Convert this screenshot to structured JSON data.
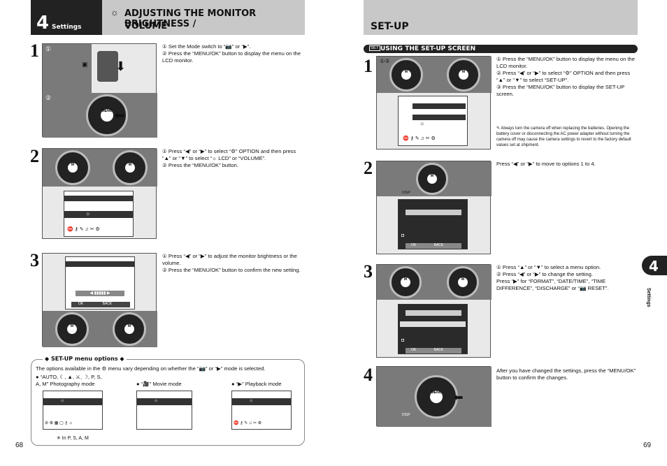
{
  "left_page": {
    "chapter_number": "4",
    "chapter_label": "Settings",
    "title_line1": "ADJUSTING THE MONITOR BRIGHTNESS /",
    "title_line2": "VOLUME",
    "page_number": "68",
    "steps": [
      {
        "num": "1",
        "items": [
          "① Set the Mode switch to “📷” or “▶”.",
          "② Press the “MENU/OK” button to display the menu on the LCD monitor."
        ]
      },
      {
        "num": "2",
        "items": [
          "① Press “◀” or “▶” to select “⚙” OPTION and then press “▲” or “▼” to select “☼ LCD” or “VOLUME”.",
          "② Press the “MENU/OK” button."
        ]
      },
      {
        "num": "3",
        "items": [
          "① Press “◀” or “▶” to adjust the monitor brightness or the volume.",
          "② Press the “MENU/OK” button to confirm the new setting."
        ]
      }
    ],
    "setup_box": {
      "heading": "◆ SET-UP menu options ◆",
      "intro": "The options available in the ⚙ menu vary depending on whether the “📷” or “▶” mode is selected.",
      "modes": [
        {
          "label1": "● “AUTO, ☾, ▲, ⚔, ☽, P, S,",
          "label2": "A, M” Photography mode"
        },
        {
          "label1": "● “🎥” Movie mode",
          "label2": ""
        },
        {
          "label1": "● “▶” Playback mode",
          "label2": ""
        }
      ],
      "footnote": "✳ In P, S, A, M"
    }
  },
  "right_page": {
    "title": "SET-UP",
    "page_number": "69",
    "side_tab_number": "4",
    "side_tab_label": "Settings",
    "section_bar": "USING THE SET-UP SCREEN",
    "section_icon": "SET",
    "steps": [
      {
        "num": "1",
        "items": [
          "① Press the “MENU/OK” button to display the menu on the LCD monitor.",
          "② Press “◀” or “▶” to select “⚙” OPTION and then press “▲” or “▼” to select “SET-UP”.",
          "③ Press the “MENU/OK” button to display the SET-UP screen."
        ],
        "note": "Always turn the camera off when replacing the batteries. Opening the battery cover or disconnecting the AC power adapter without turning the camera off may cause the camera settings to revert to the factory default values set at shipment."
      },
      {
        "num": "2",
        "items": [
          "Press “◀” or “▶” to move to options 1 to 4."
        ]
      },
      {
        "num": "3",
        "items": [
          "① Press “▲” or “▼” to select a menu option.",
          "② Press “◀” or “▶” to change the setting.",
          "Press “▶” for “FORMAT”, “DATE/TIME”, “TIME DIFFERENCE”, “DISCHARGE” or “📷 RESET”."
        ]
      },
      {
        "num": "4",
        "items": [
          "After you have changed the settings, press the “MENU/OK” button to confirm the changes."
        ]
      }
    ]
  },
  "ui": {
    "menu_ok": "MENU\n/OK",
    "ok_btn": "OK",
    "back_btn": "BACK",
    "disp": "DISP",
    "back_small": "BACK",
    "circ1": "①",
    "circ2": "②",
    "circ13": "①③",
    "sun": "☼"
  }
}
